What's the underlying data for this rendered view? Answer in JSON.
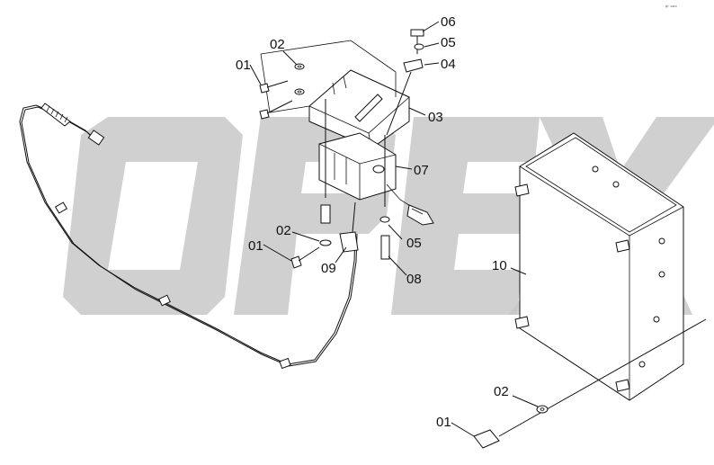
{
  "watermark": "OPEX",
  "corner_mark": "ᵍᴵ ᵒᵒᵒ",
  "callouts": {
    "c01_top": "01",
    "c02_top": "02",
    "c06": "06",
    "c05_top": "05",
    "c04": "04",
    "c03": "03",
    "c07": "07",
    "c02_mid": "02",
    "c01_mid": "01",
    "c09": "09",
    "c05_mid": "05",
    "c08": "08",
    "c10": "10",
    "c02_bot": "02",
    "c01_bot": "01"
  },
  "colors": {
    "line": "#111111",
    "watermark": "#c8c8c8",
    "background": "#ffffff"
  }
}
